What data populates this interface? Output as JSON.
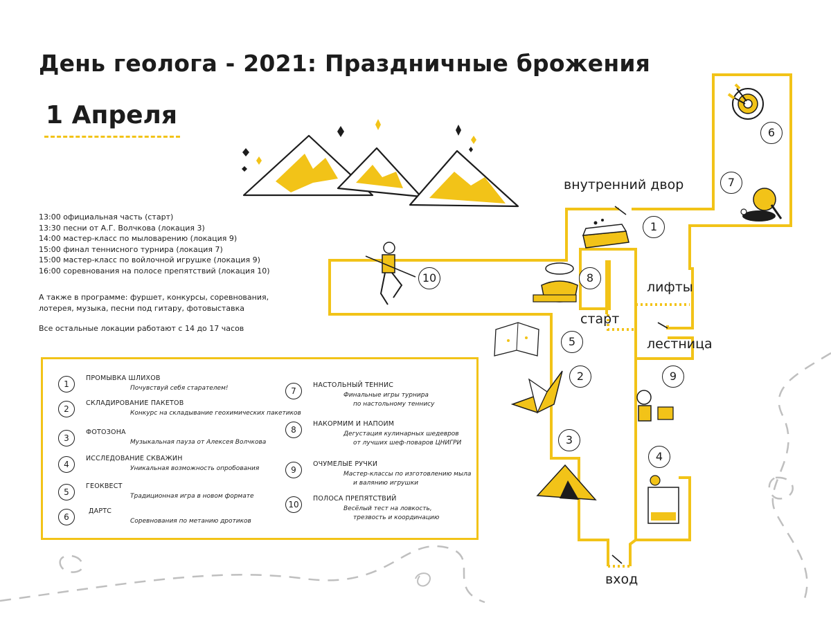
{
  "title": "День геолога - 2021: Праздничные брожения",
  "date": "1 Апреля",
  "schedule": [
    "13:00 официальная часть (старт)",
    "13:30 песни от А.Г. Волчкова (локация 3)",
    "14:00 мастер-класс по мыловарению (локация 9)",
    "15:00 финал теннисного турнира (локация 7)",
    "15:00 мастер-класс по войлочной игрушке (локация 9)",
    "16:00 соревнования на полосе препятствий (локация 10)"
  ],
  "also": "А также в программе: фуршет, конкурсы, соревнования, лотерея, музыка, песни под гитару, фотовыставка",
  "hours_note": "Все остальные локации работают с 14 до 17 часов",
  "legend": [
    {
      "num": "1",
      "title": "ПРОМЫВКА ШЛИХОВ",
      "desc": [
        "Почувствуй себя старателем!"
      ]
    },
    {
      "num": "2",
      "title": "СКЛАДИРОВАНИЕ ПАКЕТОВ",
      "desc": [
        "Конкурс на складывание геохимических пакетиков"
      ]
    },
    {
      "num": "3",
      "title": "ФОТОЗОНА",
      "desc": [
        "Музыкальная пауза от Алексея Волчкова"
      ]
    },
    {
      "num": "4",
      "title": "ИССЛЕДОВАНИЕ СКВАЖИН",
      "desc": [
        "Уникальная возможность опробования"
      ]
    },
    {
      "num": "5",
      "title": "ГЕОКВЕСТ",
      "desc": [
        "Традиционная игра в новом формате"
      ]
    },
    {
      "num": "6",
      "title": "ДАРТС",
      "desc": [
        "Соревнования по метанию дротиков"
      ]
    },
    {
      "num": "7",
      "title": "НАСТОЛЬНЫЙ ТЕННИС",
      "desc": [
        "Финальные игры турнира",
        "по настольному теннису"
      ]
    },
    {
      "num": "8",
      "title": "НАКОРМИМ И НАПОИМ",
      "desc": [
        "Дегустация кулинарных шедевров",
        "от лучших шеф-поваров ЦНИГРИ"
      ]
    },
    {
      "num": "9",
      "title": "ОЧУМЕЛЫЕ РУЧКИ",
      "desc": [
        "Мастер-классы по изготовлению мыла",
        "и валянию игрушки"
      ]
    },
    {
      "num": "10",
      "title": "ПОЛОСА ПРЕПЯТСТВИЙ",
      "desc": [
        "Весёлый тест на ловкость,",
        "трезвость и координацию"
      ]
    }
  ],
  "map_labels": {
    "courtyard": "внутренний двор",
    "lifts": "лифты",
    "start": "старт",
    "stairs": "лестница",
    "entrance": "вход"
  },
  "map_locations": [
    "1",
    "2",
    "3",
    "4",
    "5",
    "6",
    "7",
    "8",
    "9",
    "10"
  ],
  "colors": {
    "accent": "#f2c318",
    "ink": "#1c1c1c",
    "background": "#ffffff"
  }
}
